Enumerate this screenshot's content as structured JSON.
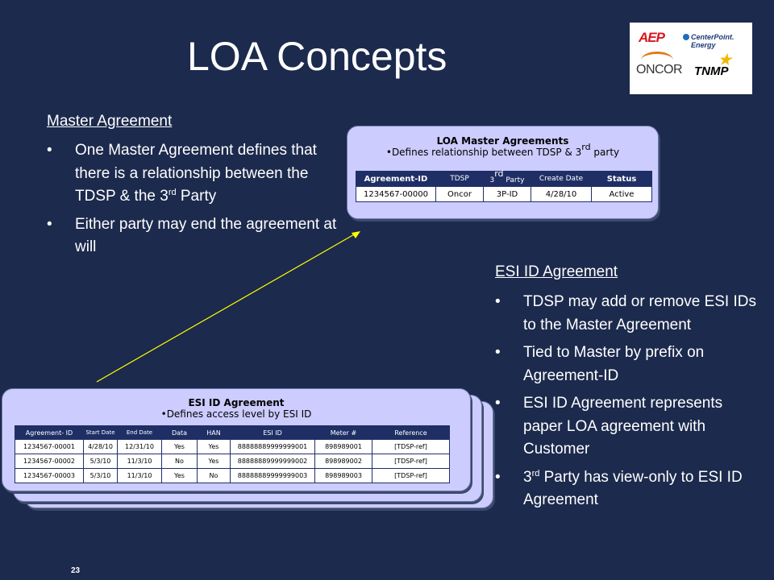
{
  "slide": {
    "title": "LOA Concepts",
    "page_number": "23"
  },
  "logos": {
    "aep": "AEP",
    "centerpoint_1": "CenterPoint.",
    "centerpoint_2": "Energy",
    "oncor": "ONCOR",
    "tnmp": "TNMP"
  },
  "master_section": {
    "heading": "Master Agreement",
    "bullets": [
      {
        "text": "One Master Agreement defines that there is a relationship between the TDSP & the 3",
        "sup": "rd",
        "after": " Party"
      },
      {
        "text": "Either party may end the agreement at will"
      }
    ]
  },
  "esi_section": {
    "heading": "ESI ID Agreement",
    "bullets": [
      {
        "text": "TDSP may add or remove ESI IDs to the Master Agreement"
      },
      {
        "text": "Tied to Master by prefix on Agreement-ID"
      },
      {
        "text": "ESI ID Agreement represents paper LOA agreement with Customer"
      },
      {
        "pre": "3",
        "sup": "rd",
        "text": " Party has view-only to ESI ID Agreement"
      }
    ]
  },
  "master_box": {
    "title": "LOA Master Agreements",
    "subtitle": "•Defines relationship between TDSP & 3",
    "subtitle_sup": "rd",
    "subtitle_after": " party",
    "headers": [
      "Agreement-ID",
      "TDSP",
      "3",
      "Create Date",
      "Status"
    ],
    "header_3_sup": "rd",
    "header_3_after": " Party",
    "row": [
      "1234567-00000",
      "Oncor",
      "3P-ID",
      "4/28/10",
      "Active"
    ]
  },
  "esi_box": {
    "title": "ESI ID Agreement",
    "subtitle": "•Defines access level by ESI ID",
    "headers": [
      "Agreement- ID",
      "Start Date",
      "End Date",
      "Data",
      "HAN",
      "ESI ID",
      "Meter #",
      "Reference"
    ],
    "rows": [
      [
        "1234567-00001",
        "4/28/10",
        "12/31/10",
        "Yes",
        "Yes",
        "88888889999999001",
        "898989001",
        "[TDSP-ref]"
      ],
      [
        "1234567-00002",
        "5/3/10",
        "11/3/10",
        "No",
        "Yes",
        "88888889999999002",
        "898989002",
        "[TDSP-ref]"
      ],
      [
        "1234567-00003",
        "5/3/10",
        "11/3/10",
        "Yes",
        "No",
        "88888889999999003",
        "898989003",
        "[TDSP-ref]"
      ]
    ]
  },
  "colors": {
    "background": "#1c2a4d",
    "box_fill": "#ccccff",
    "table_header": "#1f2f66",
    "arrow": "#ffff00"
  }
}
